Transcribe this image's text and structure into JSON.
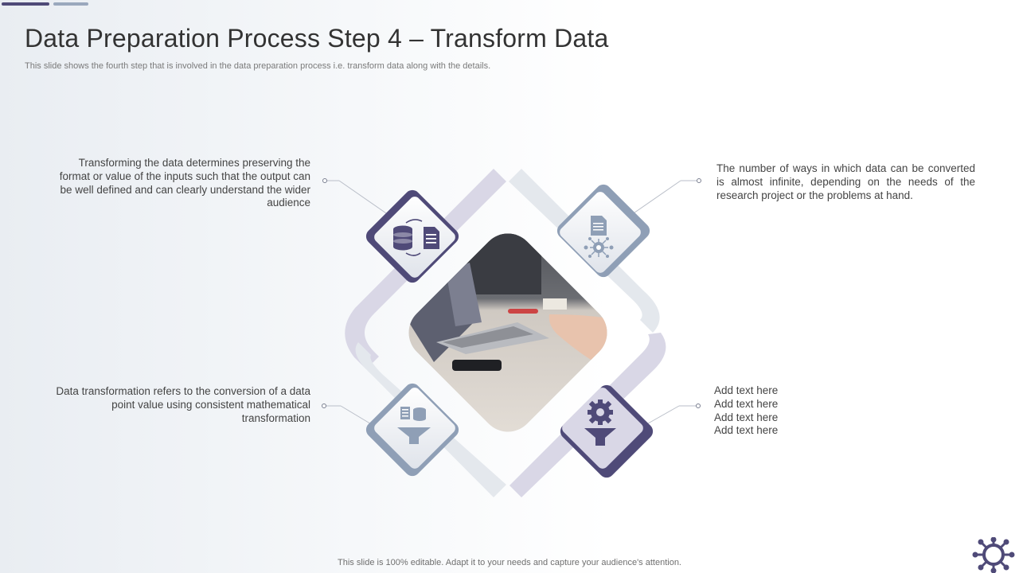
{
  "header": {
    "title": "Data Preparation Process Step 4 – Transform Data",
    "subtitle": "This slide shows the fourth step that is involved in the data preparation process i.e. transform data along with the details."
  },
  "blocks": {
    "top_left": "Transforming the data determines preserving the format or value of the inputs such that the output can be well defined and can clearly understand the wider audience",
    "top_right": "The number of ways in which data can be converted is almost infinite, depending on the needs of the research project or the problems at hand.",
    "bottom_left": "Data transformation refers to the conversion of a data point value using consistent mathematical transformation",
    "bottom_right": [
      "Add text here",
      "Add text here",
      "Add text here",
      "Add text here"
    ]
  },
  "icons": {
    "top_left": "database-document-sync-icon",
    "top_right": "document-network-icon",
    "bottom_left": "data-filter-funnel-icon",
    "bottom_right": "gear-funnel-icon",
    "logo": "network-hub-icon"
  },
  "colors": {
    "dark_purple": "#4f4a78",
    "slate_blue": "#8f9fb6",
    "lavender": "#d9d7e6",
    "pale_gray": "#e4e8ed"
  },
  "footer": {
    "note": "This slide is 100% editable. Adapt it to your needs and capture your audience's attention."
  }
}
